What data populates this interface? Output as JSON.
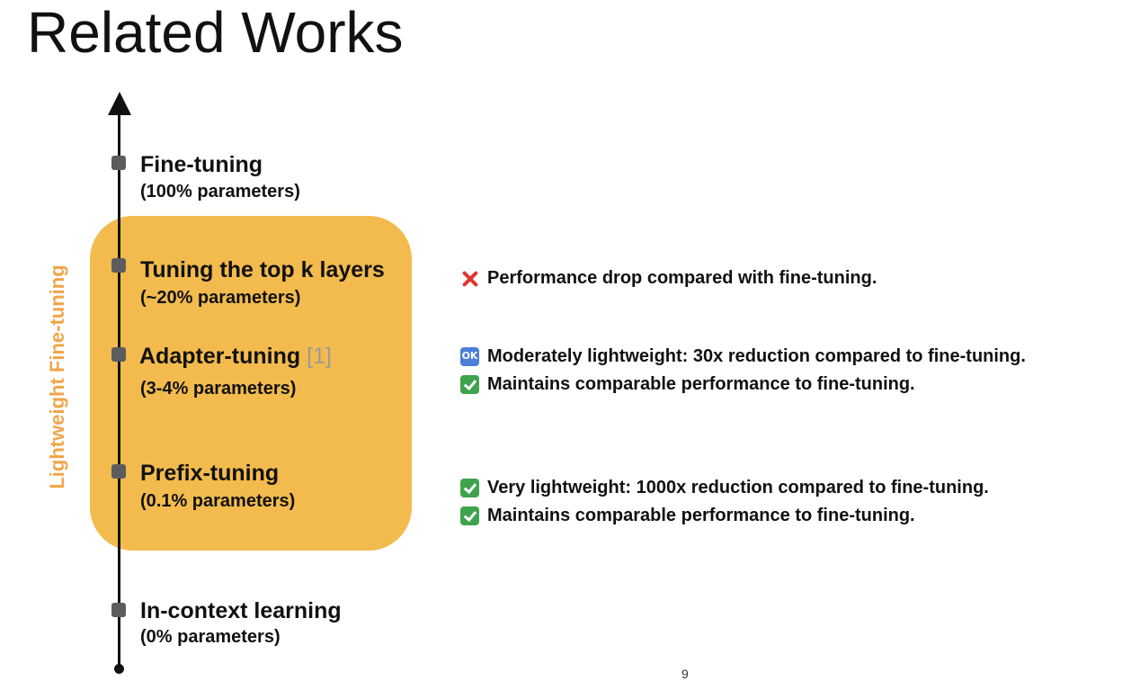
{
  "slide": {
    "title": "Related Works",
    "vertical_label": "Lightweight Fine-tuning",
    "page_number": "9"
  },
  "items": [
    {
      "title": "Fine-tuning",
      "ref": "",
      "sub": "(100% parameters)"
    },
    {
      "title": "Tuning the top k layers",
      "ref": "",
      "sub": "(~20% parameters)"
    },
    {
      "title": "Adapter-tuning",
      "ref": "[1]",
      "sub": "(3-4% parameters)"
    },
    {
      "title": "Prefix-tuning",
      "ref": "",
      "sub": "(0.1% parameters)"
    },
    {
      "title": "In-context learning",
      "ref": "",
      "sub": "(0% parameters)"
    }
  ],
  "notes": [
    {
      "icon": "cross-mark-icon",
      "text": "Performance drop compared with fine-tuning."
    },
    {
      "icon": "ok-button-icon",
      "text": "Moderately lightweight: 30x reduction compared to fine-tuning."
    },
    {
      "icon": "check-mark-icon",
      "text": "Maintains comparable performance to fine-tuning."
    },
    {
      "icon": "check-mark-icon",
      "text": "Very lightweight: 1000x reduction compared to fine-tuning."
    },
    {
      "icon": "check-mark-icon",
      "text": "Maintains comparable performance to fine-tuning."
    }
  ],
  "colors": {
    "highlight": "#f3bb4d",
    "vertical_label": "#f1a54a",
    "reference": "#9a9a9a"
  }
}
